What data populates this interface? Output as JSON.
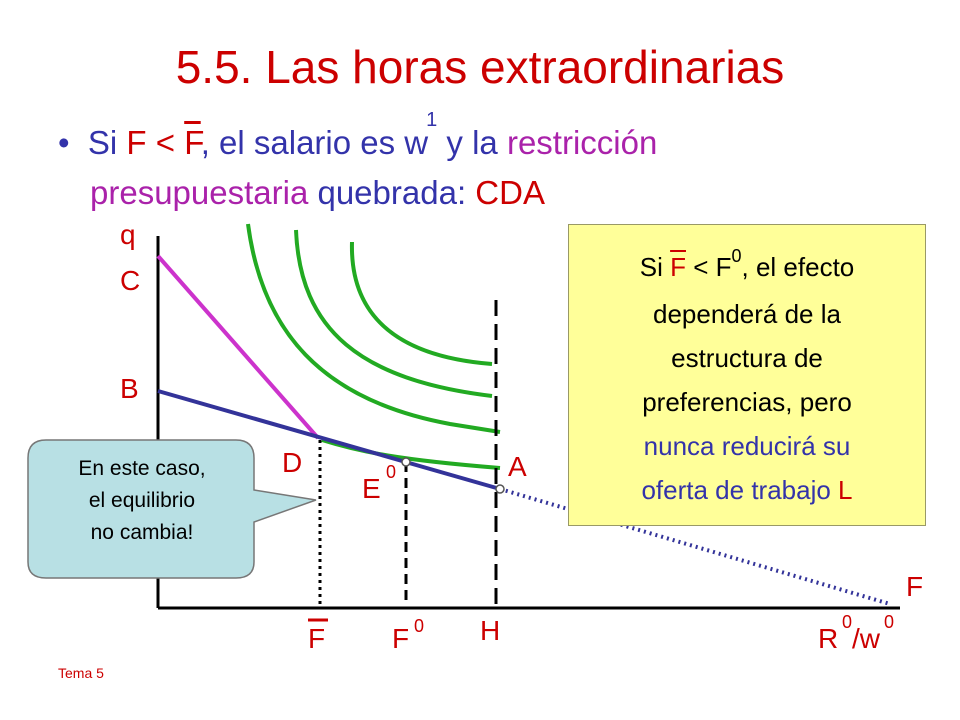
{
  "title": "5.5. Las horas extraordinarias",
  "bullet": {
    "marker": "•",
    "part1": "Si ",
    "F1": "F",
    "lt": " < ",
    "Fbar": "F",
    "part2": ", el salario es w",
    "sup1": "1",
    "part3": " y la ",
    "restriccion": "restricción",
    "presupuestaria": "presupuestaria",
    "quebrada": " quebrada: ",
    "cda": "CDA"
  },
  "axis": {
    "q": "q",
    "F": "F",
    "C": "C",
    "B": "B",
    "D": "D",
    "A": "A",
    "E": "E",
    "E_sub": "0",
    "Fbar": "F",
    "F0": "F",
    "F0_sub": "0",
    "H": "H",
    "R": "R",
    "R_sup": "0",
    "over_w": "/w",
    "w_sup": "0"
  },
  "yellow_box": {
    "si": "Si ",
    "F": "F",
    "lt": " < F",
    "sub0": "0",
    "line1_end": ", el efecto",
    "line2": "dependerá de la",
    "line3": "estructura de",
    "line4": "preferencias, pero",
    "line5": "nunca reducirá su",
    "line6a": "oferta de trabajo ",
    "line6b": "L"
  },
  "callout": {
    "line1": "En este caso,",
    "line2": "el equilibrio",
    "line3": "no cambia!"
  },
  "footer": "Tema 5",
  "colors": {
    "title": "#cc0000",
    "text_blue": "#3333aa",
    "purple": "#aa22aa",
    "curve_green": "#22aa22",
    "budget_blue": "#333399",
    "budget_magenta": "#cc33cc",
    "yellow_box": "#ffff99",
    "callout": "#b8e0e4"
  }
}
